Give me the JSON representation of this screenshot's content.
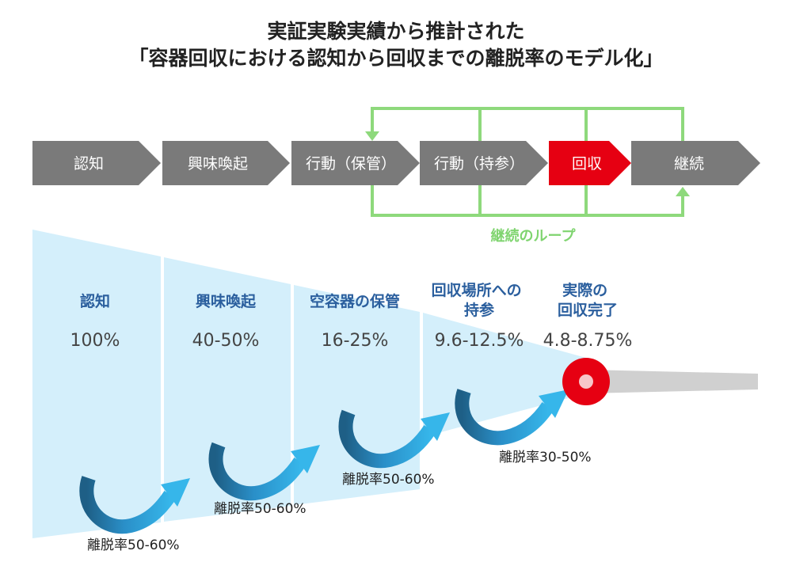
{
  "title": {
    "line1": "実証実験実績から推計された",
    "line2": "「容器回収における認知から回収までの離脱率のモデル化」"
  },
  "stages": [
    "認知",
    "興味喚起",
    "行動（保管）",
    "行動（持参）",
    "回収",
    "継続"
  ],
  "loop_label": "継続のループ",
  "columns": [
    {
      "label_lines": [
        "認知"
      ],
      "value": "100%"
    },
    {
      "label_lines": [
        "興味喚起"
      ],
      "value": "40-50%"
    },
    {
      "label_lines": [
        "空容器の保管"
      ],
      "value": "16-25%"
    },
    {
      "label_lines": [
        "回収場所への",
        "持参"
      ],
      "value": "9.6-12.5%"
    },
    {
      "label_lines": [
        "実際の",
        "回収完了"
      ],
      "value": "4.8-8.75%"
    }
  ],
  "dropouts": [
    "離脱率50-60%",
    "離脱率50-60%",
    "離脱率50-60%",
    "離脱率30-50%"
  ],
  "colors": {
    "stage_gray": "#7a7a7a",
    "stage_highlight": "#e60012",
    "loop_green": "#8ed97c",
    "funnel_blue": "#d4effb",
    "arrow_blue": "#2fa6df",
    "tail_gray": "#d0d0d0",
    "header_blue": "#2b5f9e"
  }
}
